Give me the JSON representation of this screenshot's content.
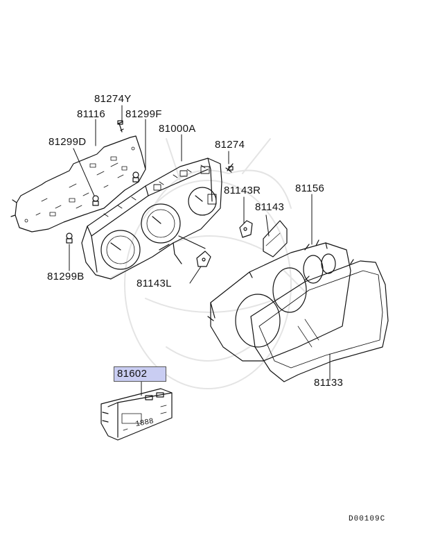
{
  "diagram": {
    "parts": {
      "p81274Y": "81274Y",
      "p81116": "81116",
      "p81299F": "81299F",
      "p81000A": "81000A",
      "p81299D": "81299D",
      "p81274": "81274",
      "p81143R": "81143R",
      "p81156": "81156",
      "p81143": "81143",
      "p81299B": "81299B",
      "p81143L": "81143L",
      "p81602": "81602",
      "p81133": "81133"
    },
    "highlighted_part": "81602",
    "diagram_code": "D00109C",
    "colors": {
      "highlight": "#c9cdf2",
      "line": "#111111",
      "watermark": "#e6e6e6"
    }
  }
}
